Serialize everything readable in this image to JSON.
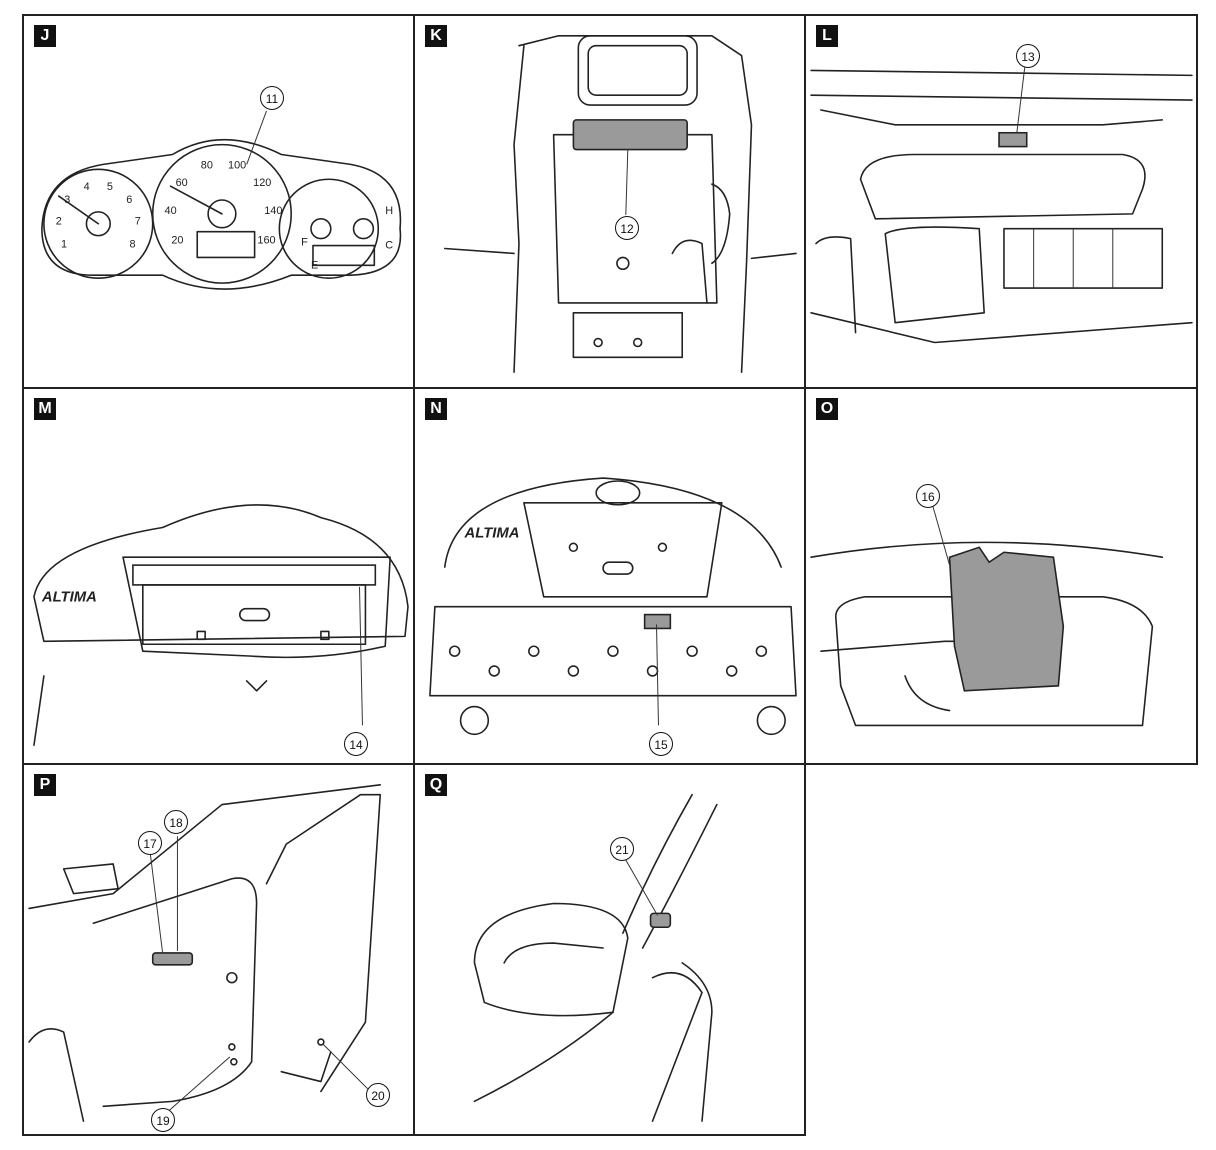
{
  "panels": [
    {
      "id": "J",
      "callouts": [
        "11"
      ]
    },
    {
      "id": "K",
      "callouts": [
        "12"
      ]
    },
    {
      "id": "L",
      "callouts": [
        "13"
      ]
    },
    {
      "id": "M",
      "callouts": [
        "14"
      ],
      "brand": "ALTIMA"
    },
    {
      "id": "N",
      "callouts": [
        "15"
      ],
      "brand": "ALTIMA"
    },
    {
      "id": "O",
      "callouts": [
        "16"
      ]
    },
    {
      "id": "P",
      "callouts": [
        "17",
        "18",
        "19",
        "20"
      ]
    },
    {
      "id": "Q",
      "callouts": [
        "21"
      ]
    }
  ],
  "gauges": {
    "speed_ticks": [
      "20",
      "40",
      "60",
      "80",
      "100",
      "120",
      "140",
      "160"
    ],
    "tach_ticks": [
      "1",
      "2",
      "3",
      "4",
      "5",
      "6",
      "7",
      "8"
    ],
    "fuel_marks": [
      "F",
      "E"
    ],
    "temp_marks": [
      "H",
      "C"
    ]
  }
}
